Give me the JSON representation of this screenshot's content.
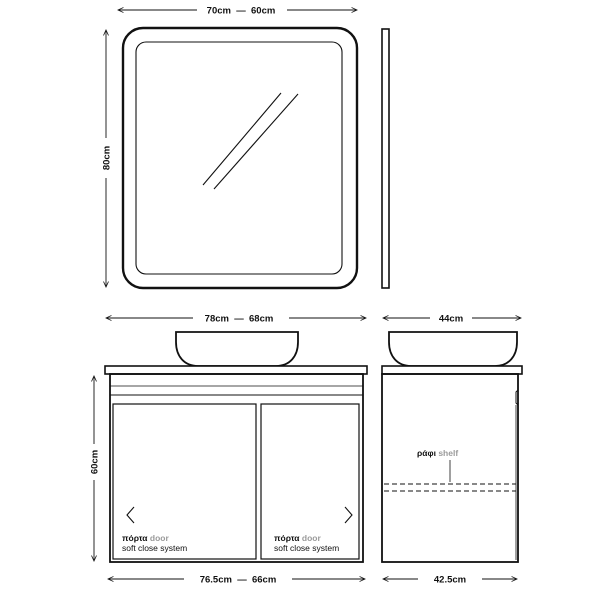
{
  "mirror": {
    "width_label": "70cm  —  60cm",
    "height_label": "80cm"
  },
  "vanity_front": {
    "width_top_label": "78cm  —  68cm",
    "height_label": "60cm",
    "width_bottom_label": "76.5cm  —  66cm",
    "door_left": {
      "gr": "πόρτα",
      "en": "door",
      "sub": "soft close system"
    },
    "door_right": {
      "gr": "πόρτα",
      "en": "door",
      "sub": "soft close system"
    }
  },
  "vanity_side": {
    "depth_top_label": "44cm",
    "depth_bottom_label": "42.5cm",
    "shelf": {
      "gr": "ράφι",
      "en": "shelf"
    }
  },
  "colors": {
    "line": "#111111",
    "accent_text": "#9a9a9a"
  }
}
